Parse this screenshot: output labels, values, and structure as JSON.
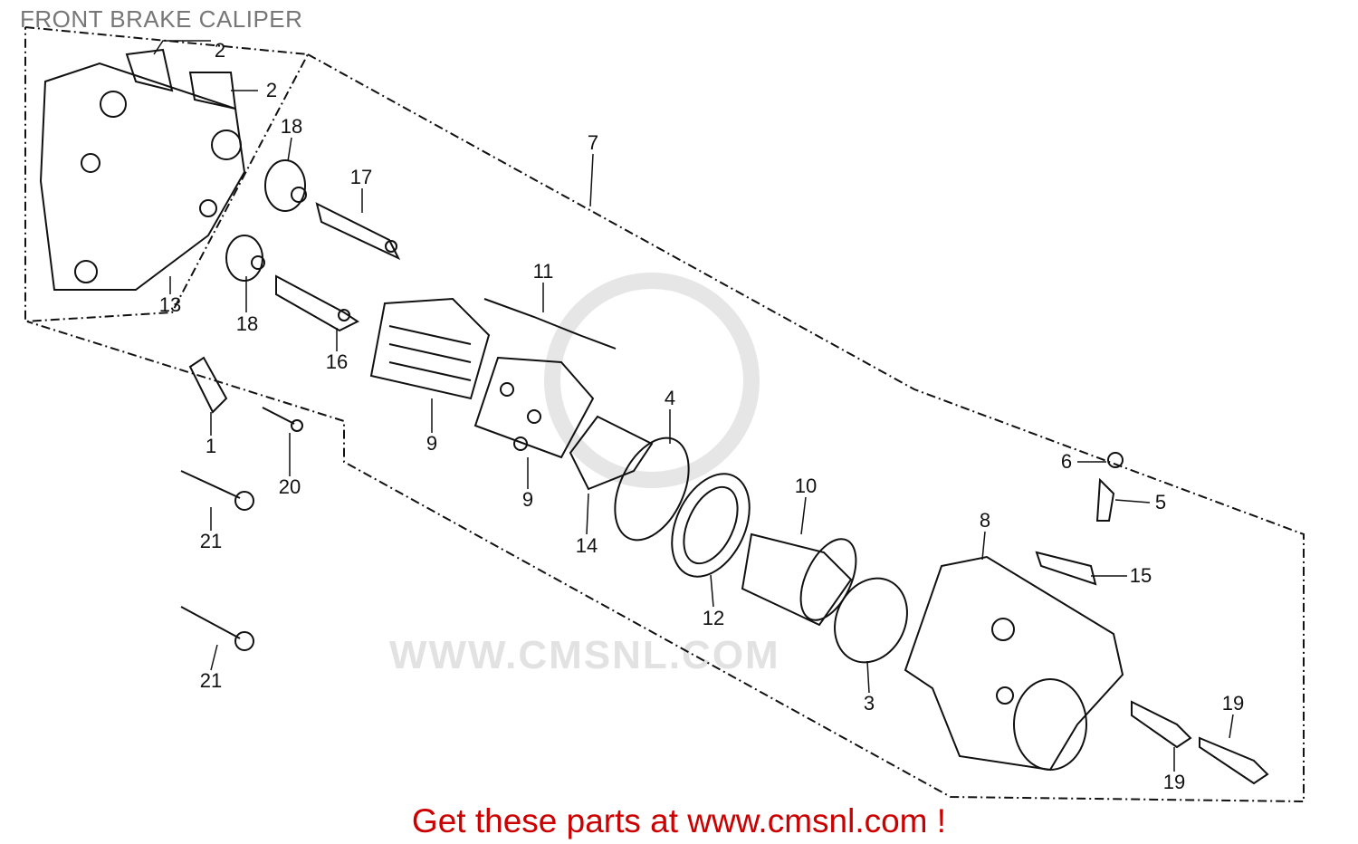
{
  "title": "FRONT BRAKE CALIPER",
  "watermark": "WWW.CMSNL.COM",
  "callouts": [
    "2",
    "2",
    "18",
    "17",
    "7",
    "13",
    "18",
    "16",
    "11",
    "9",
    "9",
    "4",
    "1",
    "20",
    "21",
    "21",
    "14",
    "10",
    "12",
    "3",
    "6",
    "5",
    "8",
    "15",
    "19",
    "19"
  ],
  "footer": "Get these parts at www.cmsnl.com !",
  "colors": {
    "footer": "#cc0000",
    "title": "#777777"
  }
}
